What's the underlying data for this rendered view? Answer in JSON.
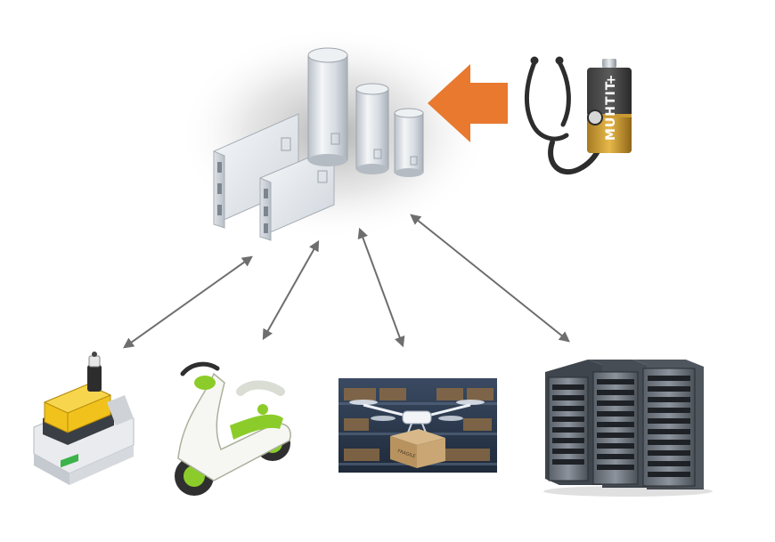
{
  "battery": {
    "label": "MUHTIT",
    "plus_sign": "+",
    "minus_sign": "−"
  },
  "arrow": {
    "color": "#e8792e"
  },
  "link_color": "#6e6e6e",
  "nodes": [
    {
      "id": "agv-robot"
    },
    {
      "id": "e-scooter"
    },
    {
      "id": "warehouse-drone"
    },
    {
      "id": "server-racks"
    }
  ],
  "drone_package": {
    "label": "FRAGILE"
  }
}
